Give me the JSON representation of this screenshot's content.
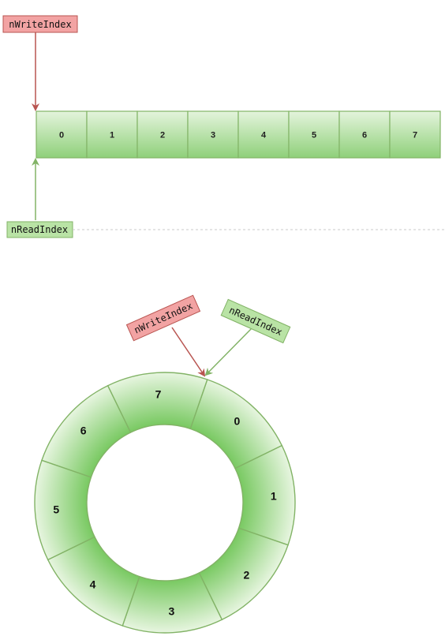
{
  "colors": {
    "write_fill": "#f2a3a3",
    "write_stroke": "#b85450",
    "read_fill": "#b9e3a5",
    "read_stroke": "#82b366",
    "cell_fill_top": "#e4f4dc",
    "cell_fill_bottom": "#8fd07a",
    "cell_stroke": "#82b366",
    "divider": "#c8c8c8"
  },
  "linear": {
    "write_label": "nWriteIndex",
    "read_label": "nReadIndex",
    "cells": [
      "0",
      "1",
      "2",
      "3",
      "4",
      "5",
      "6",
      "7"
    ]
  },
  "ring": {
    "write_label": "nWriteIndex",
    "read_label": "nReadIndex",
    "segments": [
      "0",
      "1",
      "2",
      "3",
      "4",
      "5",
      "6",
      "7"
    ]
  }
}
